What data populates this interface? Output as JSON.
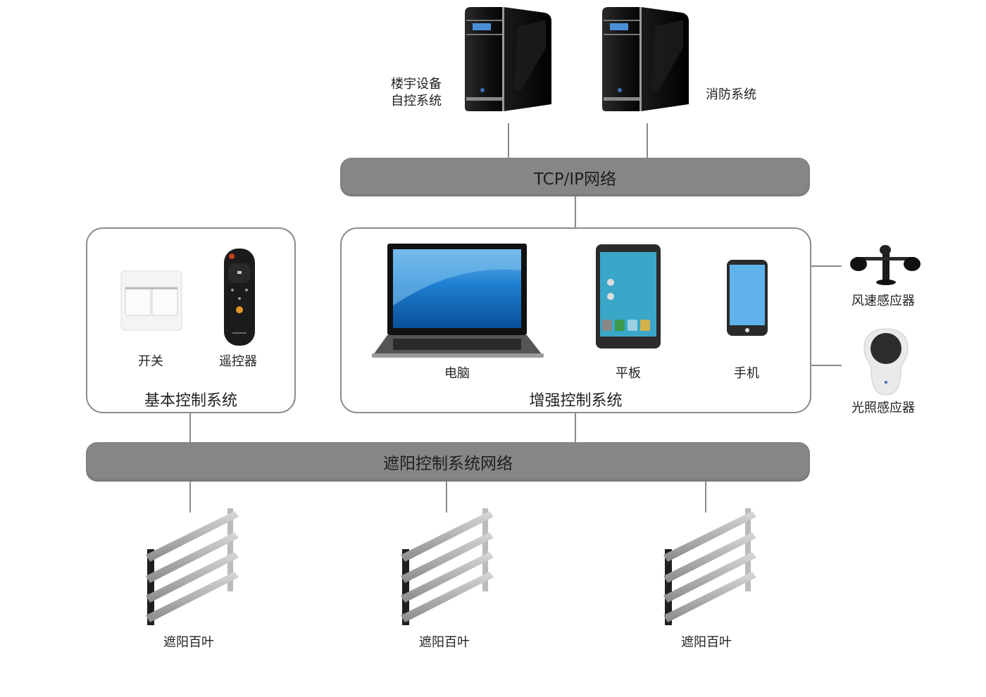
{
  "top_systems": [
    {
      "label_line1": "楼宇设备",
      "label_line2": "自控系统",
      "icon": "server-tower-icon"
    },
    {
      "label": "消防系统",
      "icon": "server-tower-icon"
    }
  ],
  "buses": {
    "tcpip": "TCP/IP网络",
    "shading": "遮阳控制系统网络"
  },
  "basic_control": {
    "title": "基本控制系统",
    "devices": [
      {
        "label": "开关",
        "icon": "wall-switch-icon"
      },
      {
        "label": "遥控器",
        "icon": "remote-control-icon"
      }
    ]
  },
  "enhanced_control": {
    "title": "增强控制系统",
    "devices": [
      {
        "label": "电脑",
        "icon": "laptop-icon"
      },
      {
        "label": "平板",
        "icon": "tablet-icon"
      },
      {
        "label": "手机",
        "icon": "smartphone-icon"
      }
    ]
  },
  "sensors": [
    {
      "label": "风速感应器",
      "icon": "anemometer-icon"
    },
    {
      "label": "光照感应器",
      "icon": "light-sensor-icon"
    }
  ],
  "louvers": [
    {
      "label": "遮阳百叶",
      "icon": "louver-icon"
    },
    {
      "label": "遮阳百叶",
      "icon": "louver-icon"
    },
    {
      "label": "遮阳百叶",
      "icon": "louver-icon"
    }
  ]
}
